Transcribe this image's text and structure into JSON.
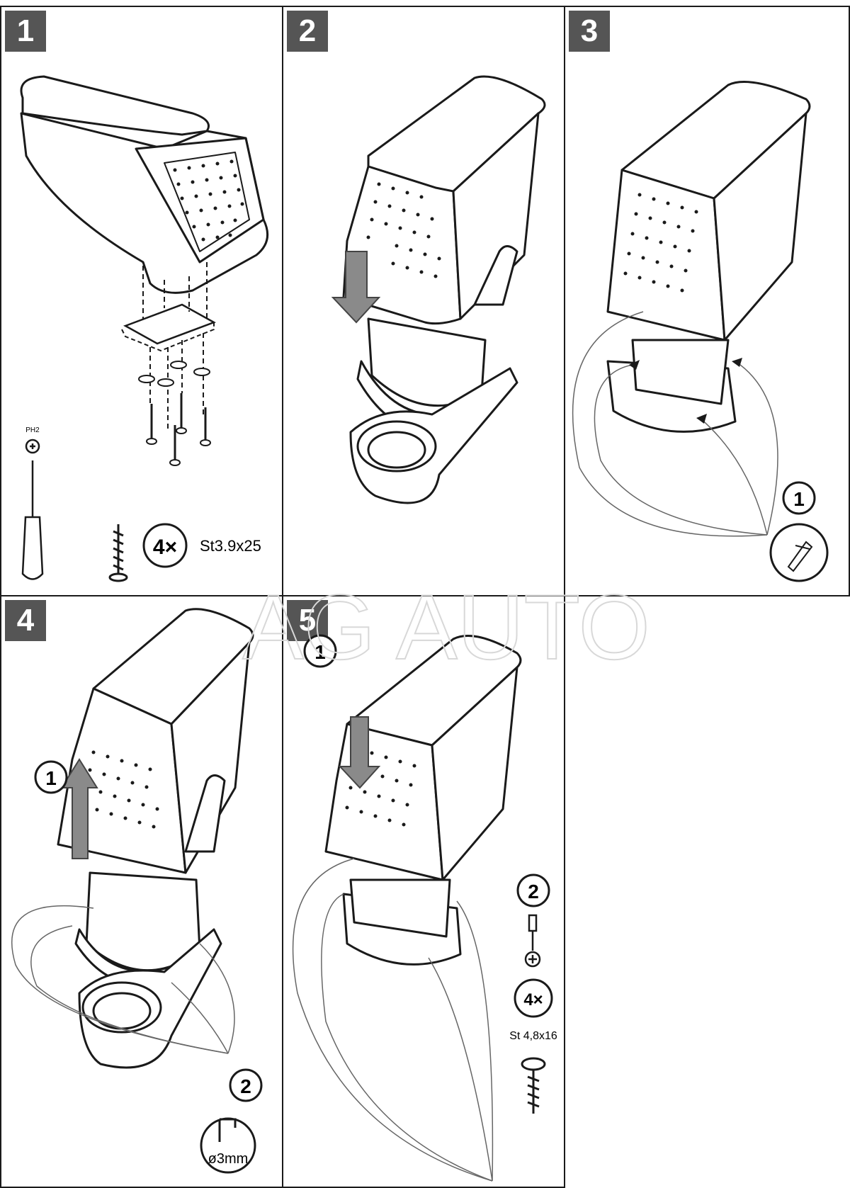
{
  "steps": [
    {
      "number": "1",
      "quantity": "4×",
      "screw_spec": "St3.9x25",
      "tool": "PH2"
    },
    {
      "number": "2"
    },
    {
      "number": "3",
      "substep": "1"
    },
    {
      "number": "4",
      "substep_1": "1",
      "substep_2": "2",
      "drill_spec": "ø3mm"
    },
    {
      "number": "5",
      "substep_1": "1",
      "substep_2": "2",
      "quantity": "4×",
      "screw_spec": "St 4,8x16"
    }
  ],
  "watermark": "AG AUTO",
  "colors": {
    "badge": "#555555",
    "line": "#1a1a1a",
    "arrow": "#8a8a8a"
  }
}
